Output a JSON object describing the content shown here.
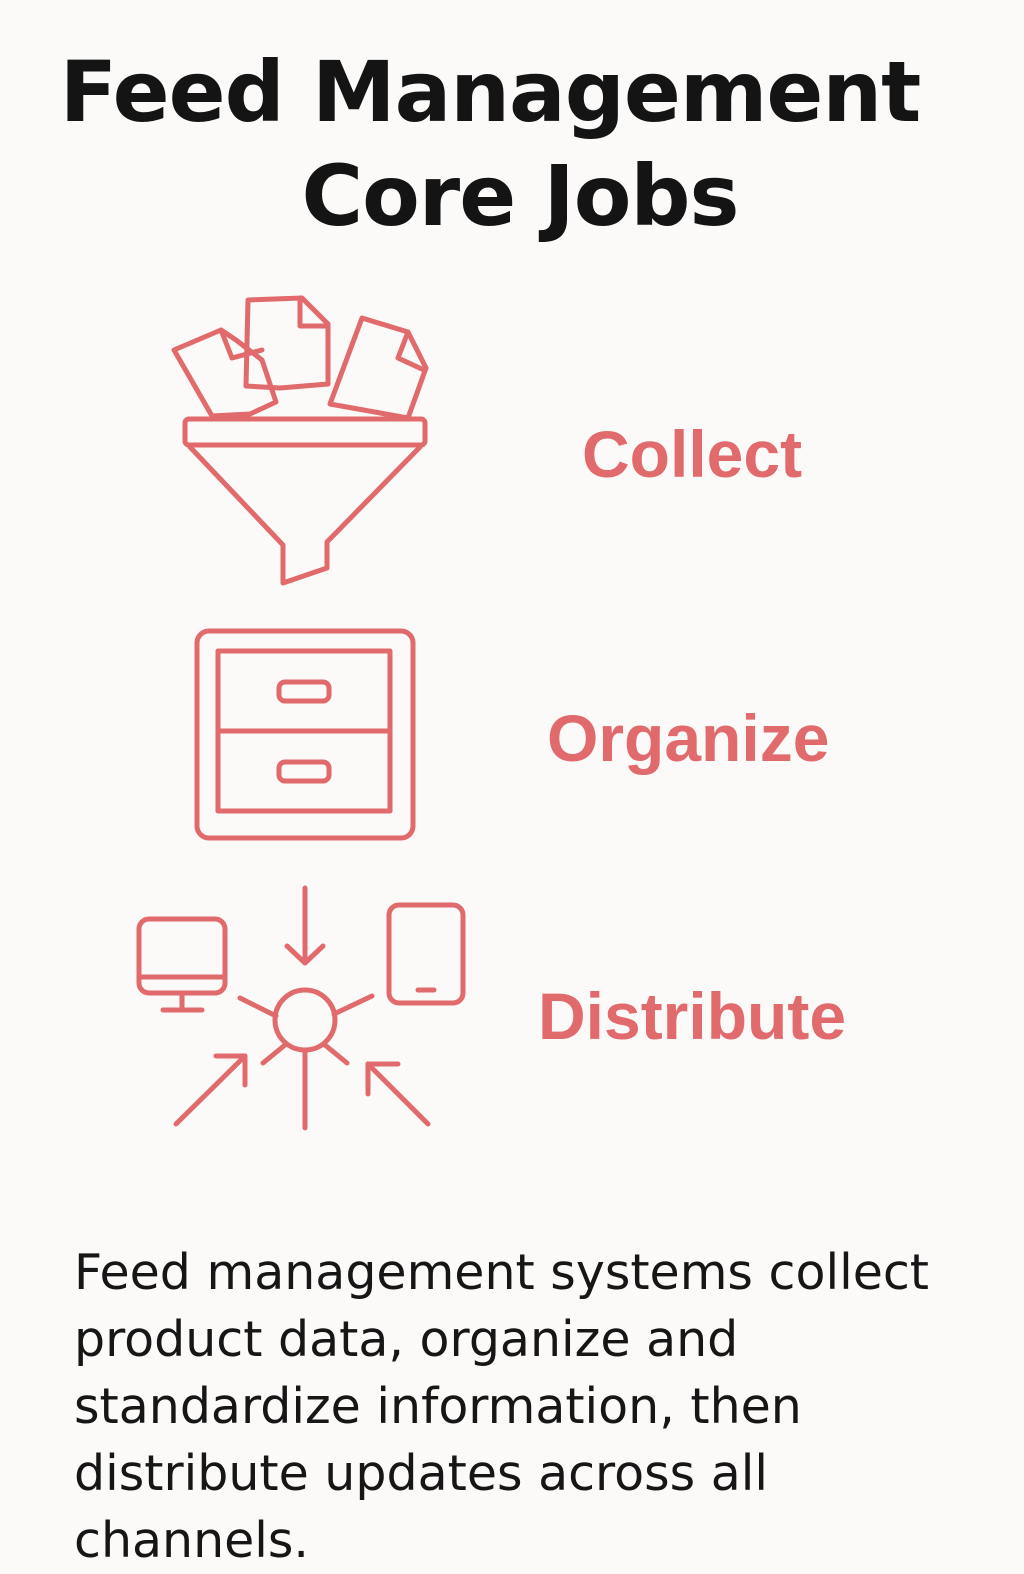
{
  "header": {
    "title_line1": "Feed Management",
    "title_line2": "Core Jobs"
  },
  "jobs": [
    {
      "label": "Collect",
      "icon": "funnel-with-documents-icon"
    },
    {
      "label": "Organize",
      "icon": "filing-cabinet-icon"
    },
    {
      "label": "Distribute",
      "icon": "hub-distribution-icon"
    }
  ],
  "description": "Feed management systems collect product data, organize and standardize information, then distribute updates across all channels.",
  "colors": {
    "accent": "#e06a6c",
    "text": "#141414",
    "background": "#fcfaf8"
  }
}
